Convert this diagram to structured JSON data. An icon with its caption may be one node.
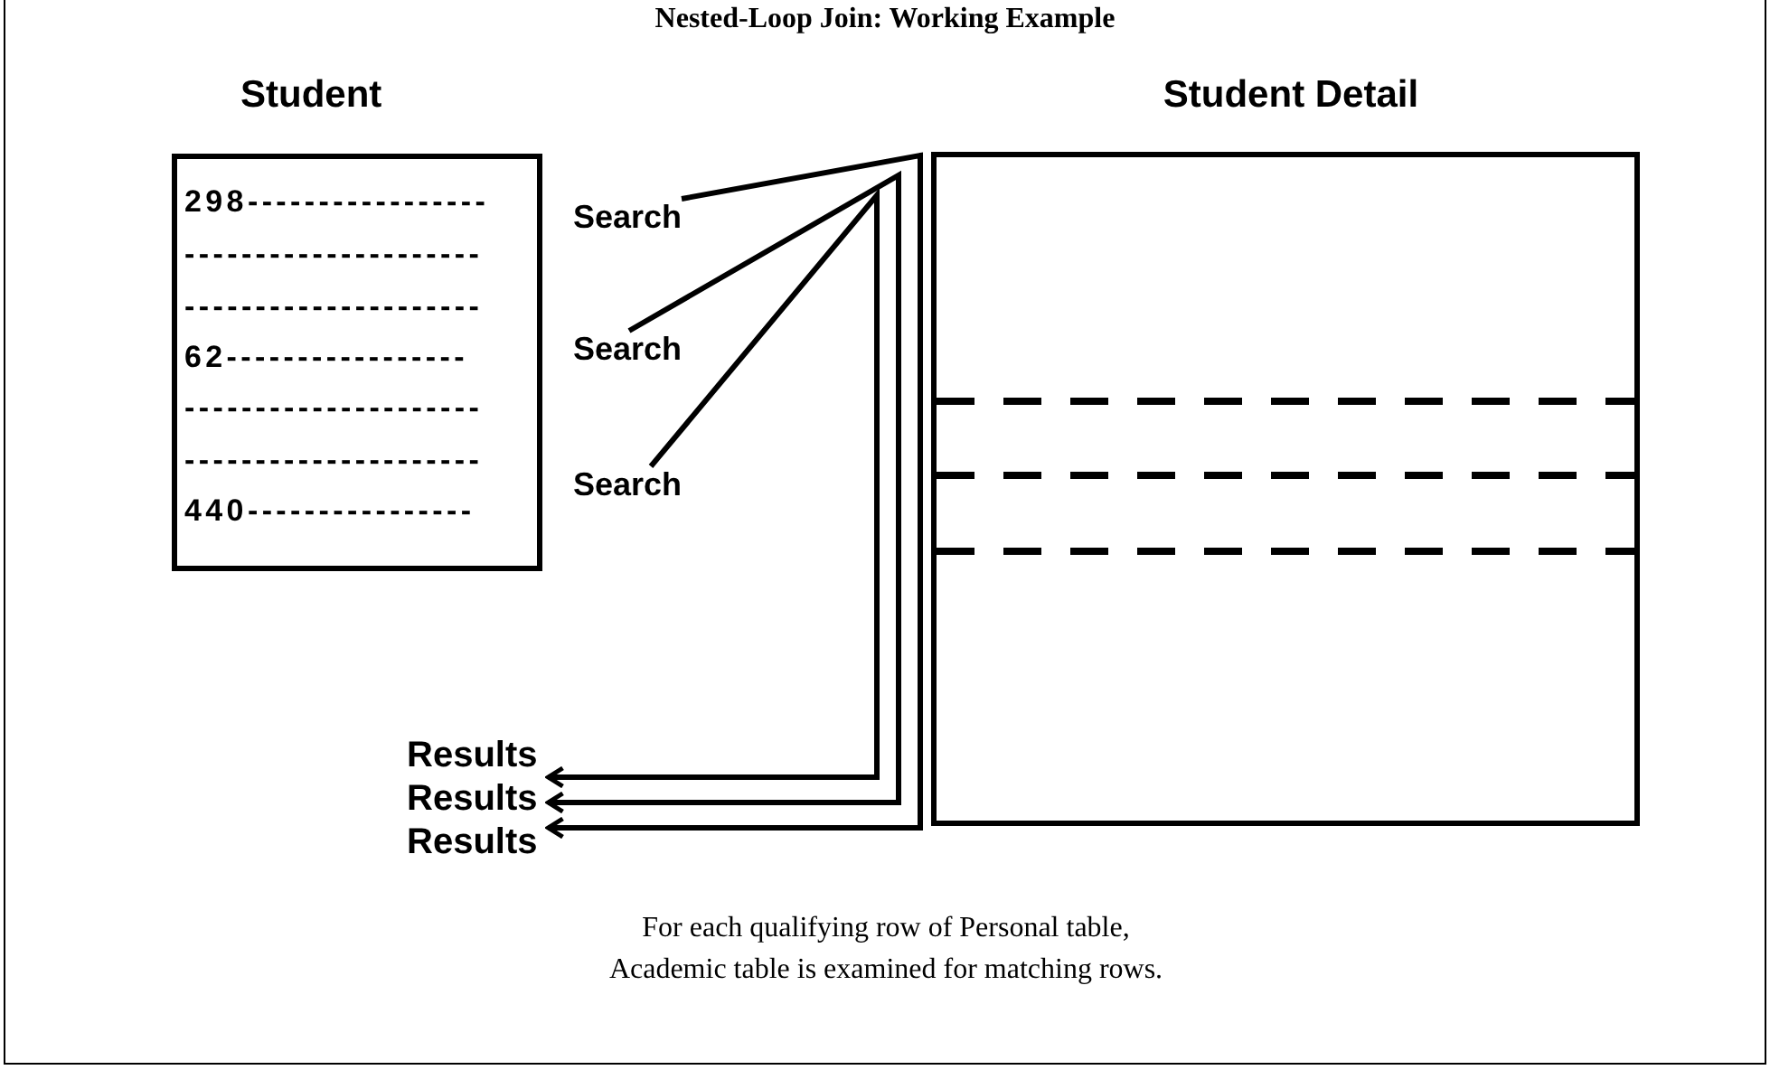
{
  "diagram": {
    "title": "Nested-Loop Join: Working Example",
    "caption": "For each qualifying row of Personal table, Academic table is examined for matching rows.",
    "nodes": [
      {
        "text": [
          "Student",
          "298-----------------",
          "---------------------",
          "---------------------",
          "62-----------------",
          "---------------------",
          "---------------------",
          "440----------------"
        ]
      },
      {
        "text": [
          "Search"
        ]
      },
      {
        "text": [
          "Search"
        ]
      },
      {
        "text": [
          "Search"
        ]
      },
      {
        "text": [
          "Student Detail"
        ]
      },
      {
        "text": [
          "Results"
        ]
      },
      {
        "text": [
          "Results"
        ]
      },
      {
        "text": [
          "Results"
        ]
      }
    ],
    "edges": [
      {
        "from": 1,
        "to": 7,
        "arrow": "to"
      },
      {
        "from": 2,
        "to": 6,
        "arrow": "to"
      },
      {
        "from": 3,
        "to": 5,
        "arrow": "to"
      }
    ]
  }
}
